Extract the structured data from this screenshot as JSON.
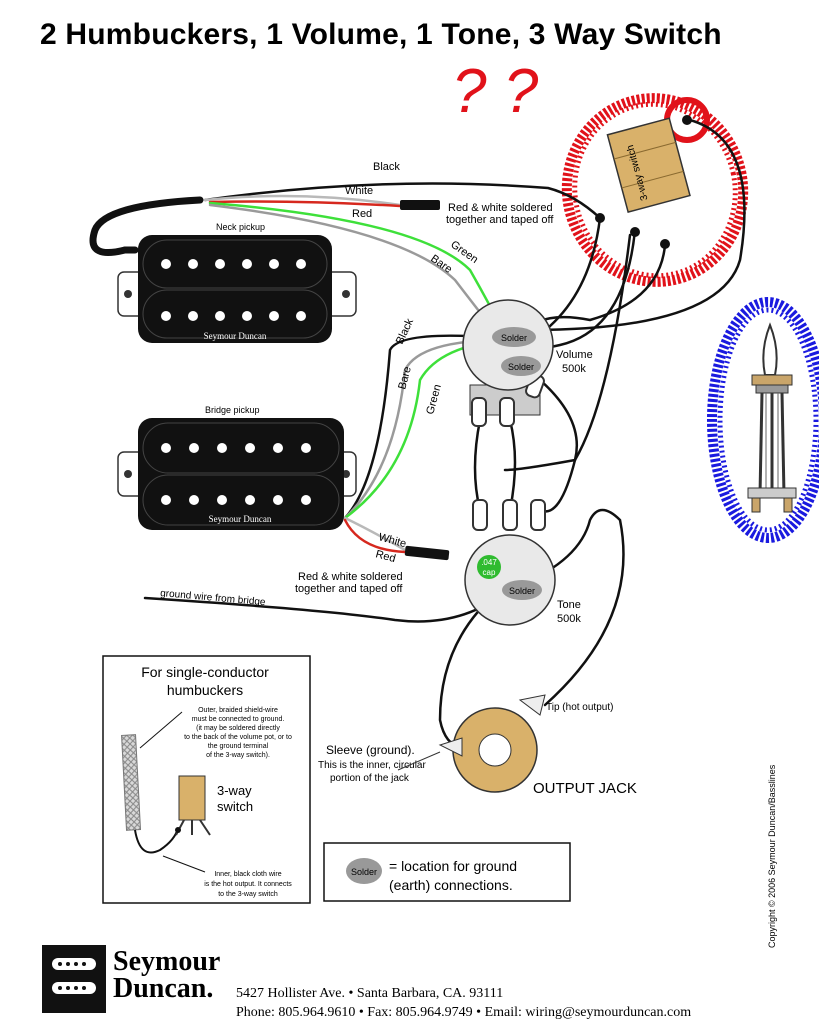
{
  "title": "2 Humbuckers, 1 Volume, 1 Tone, 3 Way Switch",
  "annotation_marks": "? ?",
  "wires": {
    "black": "Black",
    "white": "White",
    "red": "Red",
    "green": "Green",
    "bare": "Bare"
  },
  "neck_taped_note": [
    "Red & white soldered",
    "together and taped off"
  ],
  "bridge_taped_note": [
    "Red & white soldered",
    "together and taped off"
  ],
  "switch_label": "3-way switch",
  "neck_pickup": {
    "label": "Neck pickup",
    "brand": "Seymour Duncan"
  },
  "bridge_pickup": {
    "label": "Bridge pickup",
    "brand": "Seymour Duncan"
  },
  "solder": "Solder",
  "volume_pot": {
    "name": "Volume",
    "value": "500k"
  },
  "tone_pot": {
    "name": "Tone",
    "value": "500k"
  },
  "cap": {
    "value": ".047",
    "unit": "cap"
  },
  "ground_wire": "ground wire from bridge",
  "single_conductor": {
    "title": [
      "For single-conductor",
      "humbuckers"
    ],
    "outer_note": [
      "Outer, braided shield-wire",
      "must be connected to ground.",
      "(it may be soldered directly",
      "to the back of the volume pot, or to",
      "the ground terminal",
      "of the 3-way switch)."
    ],
    "switch_label": [
      "3-way",
      "switch"
    ],
    "inner_note": [
      "Inner, black cloth wire",
      "is the hot output.  It connects",
      "to the 3-way switch"
    ]
  },
  "legend": {
    "marker": "Solder",
    "text": [
      "= location for ground",
      "(earth) connections."
    ]
  },
  "jack": {
    "tip": "Tip (hot output)",
    "sleeve": [
      "Sleeve (ground).",
      "This is the inner, circular",
      "portion of the jack"
    ],
    "label": "OUTPUT JACK"
  },
  "copyright": "Copyright © 2006 Seymour Duncan/Basslines",
  "company": {
    "name": [
      "Seymour",
      "Duncan."
    ],
    "address": "5427 Hollister Ave. • Santa Barbara, CA. 93111",
    "contact": "Phone: 805.964.9610 • Fax: 805.964.9749 • Email: wiring@seymourduncan.com"
  },
  "colors": {
    "black_wire": "#111111",
    "white_wire": "#b9b9b9",
    "red_wire": "#d6281e",
    "green_wire": "#3ee03a",
    "bare_wire": "#9a9a9a",
    "switch_body": "#d9b16a",
    "cap_green": "#2fbb2f",
    "scribble_red": "#e1121a",
    "scribble_blue": "#1a1adf",
    "pot_face": "#e9e9e9"
  }
}
